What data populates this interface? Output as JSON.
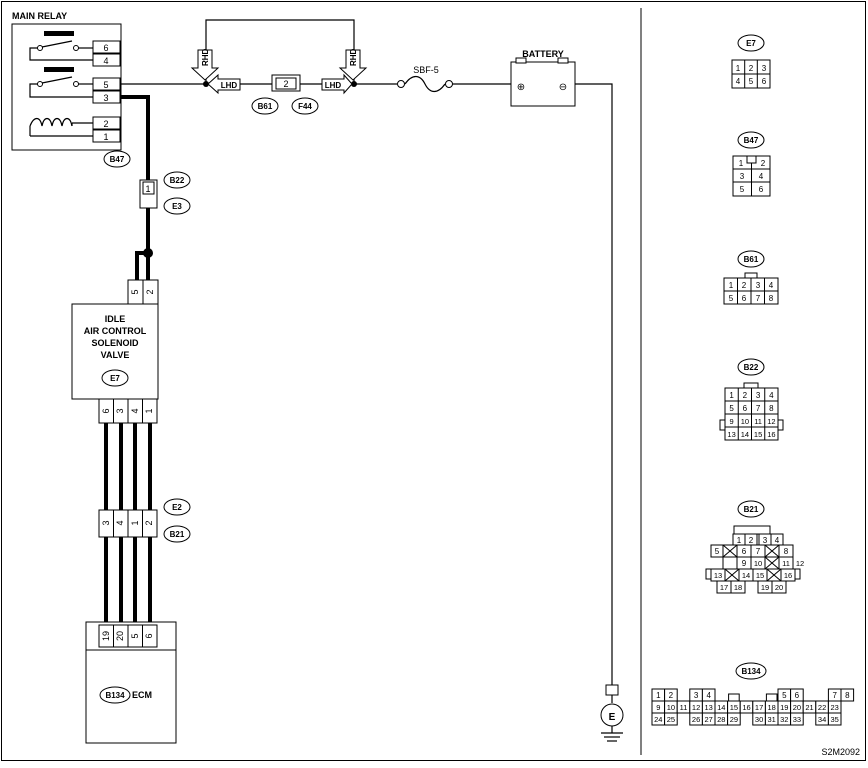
{
  "diagram": {
    "code": "S2M2092",
    "components": {
      "main_relay": "MAIN RELAY",
      "battery": "BATTERY",
      "sbf": "SBF-5",
      "iacv_line1": "IDLE",
      "iacv_line2": "AIR CONTROL",
      "iacv_line3": "SOLENOID",
      "iacv_line4": "VALVE",
      "ecm": "ECM"
    },
    "tags": {
      "rhd": "RHD",
      "lhd": "LHD",
      "b47": "B47",
      "b22": "B22",
      "e3": "E3",
      "e7": "E7",
      "e2": "E2",
      "b21": "B21",
      "b61": "B61",
      "f44": "F44",
      "b134": "B134",
      "ground": "E"
    },
    "symbols": {
      "plus": "⊕",
      "minus": "⊖"
    },
    "relay_pins": [
      "6",
      "4",
      "5",
      "3",
      "2",
      "1"
    ],
    "lhd_pin": "2",
    "b22_pin": "1",
    "iacv_top_pins": [
      "5",
      "2"
    ],
    "iacv_bottom_pins": [
      "6",
      "3",
      "4",
      "1"
    ],
    "e2_pins": [
      "3",
      "4",
      "1",
      "2"
    ],
    "ecm_pins": [
      "19",
      "20",
      "5",
      "6"
    ]
  },
  "connectors": {
    "e7": {
      "title": "E7",
      "rows": [
        [
          "1",
          "2",
          "3"
        ],
        [
          "4",
          "5",
          "6"
        ]
      ]
    },
    "b47": {
      "title": "B47",
      "rows": [
        [
          "1",
          "2"
        ],
        [
          "3",
          "4"
        ],
        [
          "5",
          "6"
        ]
      ]
    },
    "b61": {
      "title": "B61",
      "rows": [
        [
          "1",
          "2",
          "3",
          "4"
        ],
        [
          "5",
          "6",
          "7",
          "8"
        ]
      ]
    },
    "b22": {
      "title": "B22",
      "rows": [
        [
          "1",
          "2",
          "3",
          "4"
        ],
        [
          "5",
          "6",
          "7",
          "8"
        ],
        [
          "9",
          "10",
          "11",
          "12"
        ],
        [
          "13",
          "14",
          "15",
          "16"
        ]
      ]
    },
    "b21": {
      "title": "B21",
      "rows": [
        [
          "1",
          "2",
          "3",
          "4"
        ],
        [
          "5",
          "6",
          "7",
          "8"
        ],
        [
          "9",
          "10",
          "11",
          "12"
        ],
        [
          "13",
          "14",
          "15",
          "16"
        ],
        [
          "17",
          "18",
          "19",
          "20"
        ]
      ]
    },
    "b134": {
      "title": "B134",
      "rows": [
        [
          "1",
          "2",
          "3",
          "4",
          "5",
          "6",
          "7",
          "8"
        ],
        [
          "9",
          "10",
          "11",
          "12",
          "13",
          "14",
          "15",
          "16",
          "17",
          "18",
          "19",
          "20",
          "21",
          "22",
          "23"
        ],
        [
          "24",
          "25",
          "26",
          "27",
          "28",
          "29",
          "30",
          "31",
          "32",
          "33",
          "34",
          "35"
        ]
      ]
    }
  }
}
